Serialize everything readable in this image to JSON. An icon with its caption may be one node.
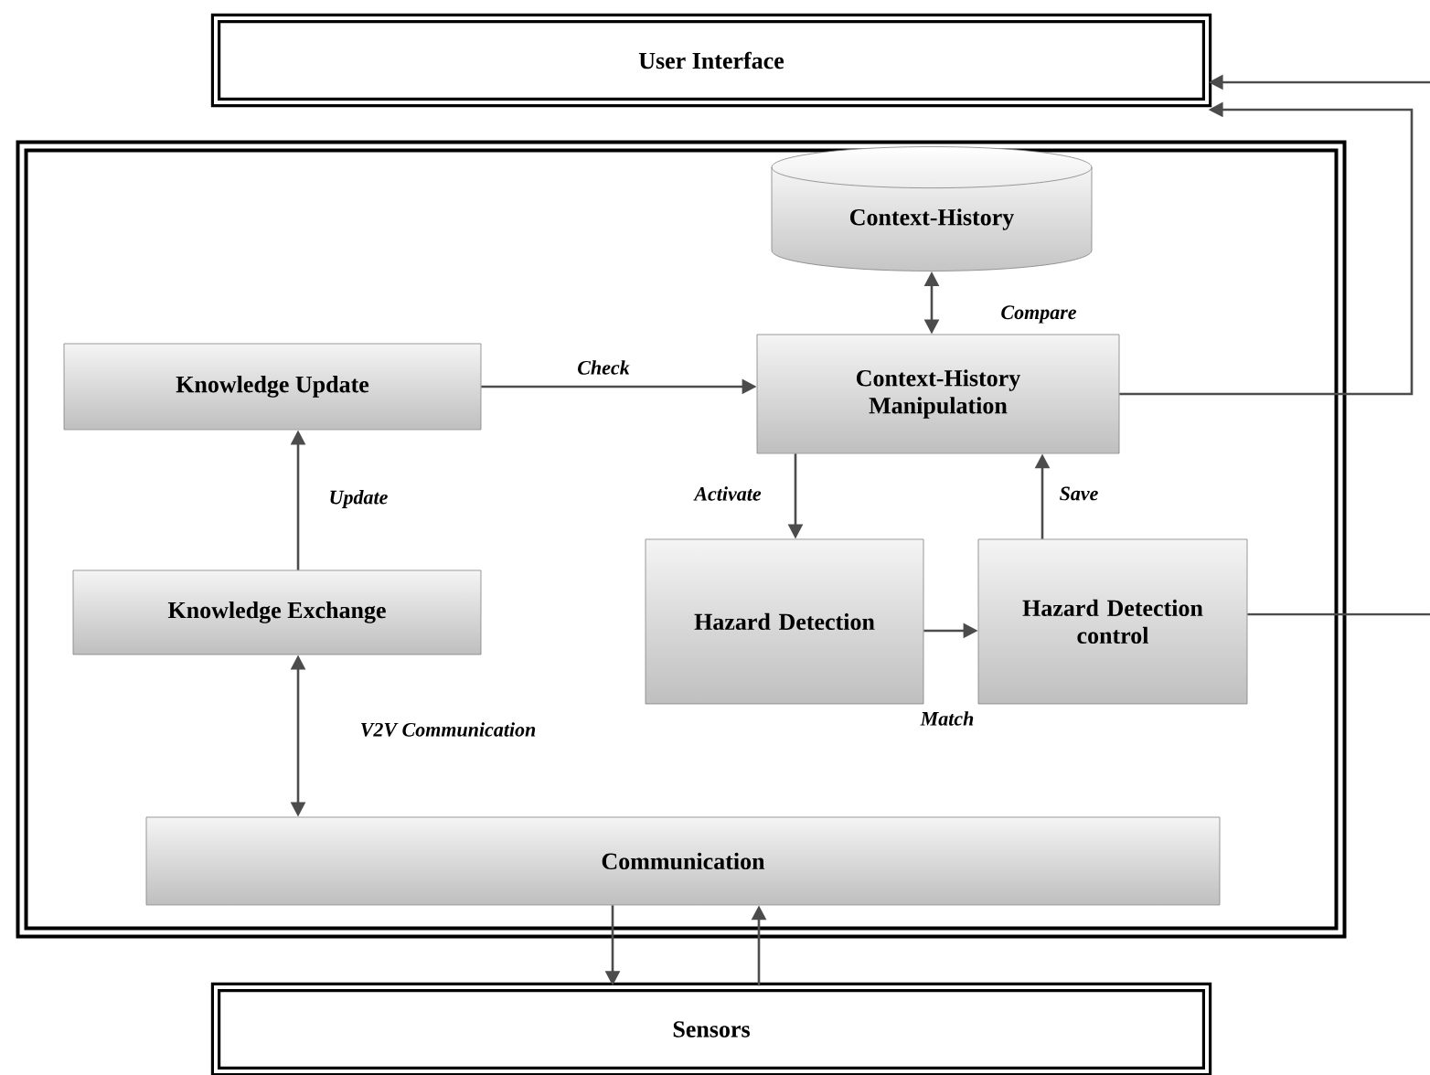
{
  "diagram": {
    "nodes": [
      {
        "text": [
          "User Interface"
        ]
      },
      {
        "text": [],
        "shape": "box"
      },
      {
        "text": [
          "Context-History"
        ],
        "in": 1
      },
      {
        "text": [
          "Knowledge Update"
        ],
        "in": 1
      },
      {
        "text": [
          "Context-History Manipulation"
        ],
        "in": 1
      },
      {
        "text": [
          "Knowledge Exchange"
        ],
        "in": 1
      },
      {
        "text": [
          "Hazard Detection"
        ],
        "in": 1
      },
      {
        "text": [
          "Hazard Detection control"
        ],
        "in": 1
      },
      {
        "text": [
          "Communication"
        ],
        "in": 1
      },
      {
        "text": [
          "Sensors"
        ]
      }
    ],
    "edges": [
      {
        "from": 2,
        "to": 4,
        "arrow": "both",
        "label": "Compare"
      },
      {
        "from": 3,
        "to": 4,
        "arrow": "to",
        "label": "Check"
      },
      {
        "from": 4,
        "to": 6,
        "arrow": "to",
        "label": "Activate"
      },
      {
        "from": 7,
        "to": 4,
        "arrow": "to",
        "label": "Save"
      },
      {
        "from": 6,
        "to": 7,
        "arrow": "to",
        "label": "Match"
      },
      {
        "from": 5,
        "to": 3,
        "arrow": "to",
        "label": "Update"
      },
      {
        "from": 5,
        "to": 8,
        "arrow": "both",
        "label": "V2V Communication"
      },
      {
        "from": 8,
        "to": 9,
        "arrow": "to"
      },
      {
        "from": 9,
        "to": 8,
        "arrow": "to"
      },
      {
        "from": 4,
        "to": 0,
        "arrow": "to"
      },
      {
        "from": null,
        "to": 0,
        "arrow": "to"
      },
      {
        "from": 7,
        "to": null,
        "arrow": "none"
      }
    ]
  }
}
